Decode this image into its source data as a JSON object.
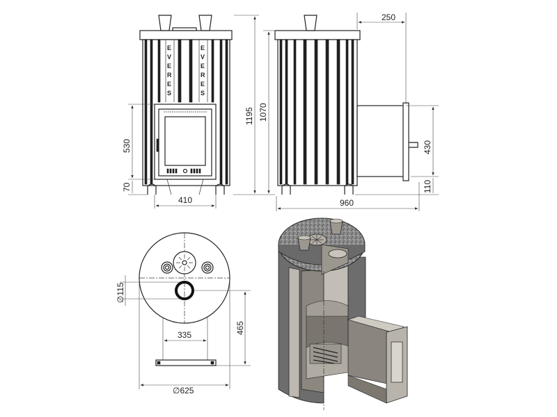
{
  "title": "Sauna stove technical drawing",
  "logo_text": [
    "E",
    "V",
    "E",
    "R",
    "E",
    "S"
  ],
  "dimensions": {
    "top_offset": "250",
    "total_height": "1195",
    "body_height": "1070",
    "door_height": "530",
    "door_base": "70",
    "width_front": "410",
    "total_depth": "960",
    "tunnel_height": "430",
    "tunnel_base": "110",
    "chimney_diameter": "∅115",
    "chimney_offset": "465",
    "tunnel_width": "335",
    "body_diameter": "∅625"
  },
  "colors": {
    "line": "#222222",
    "stone": "#8a8a8a",
    "metal": "#a9a49d"
  }
}
